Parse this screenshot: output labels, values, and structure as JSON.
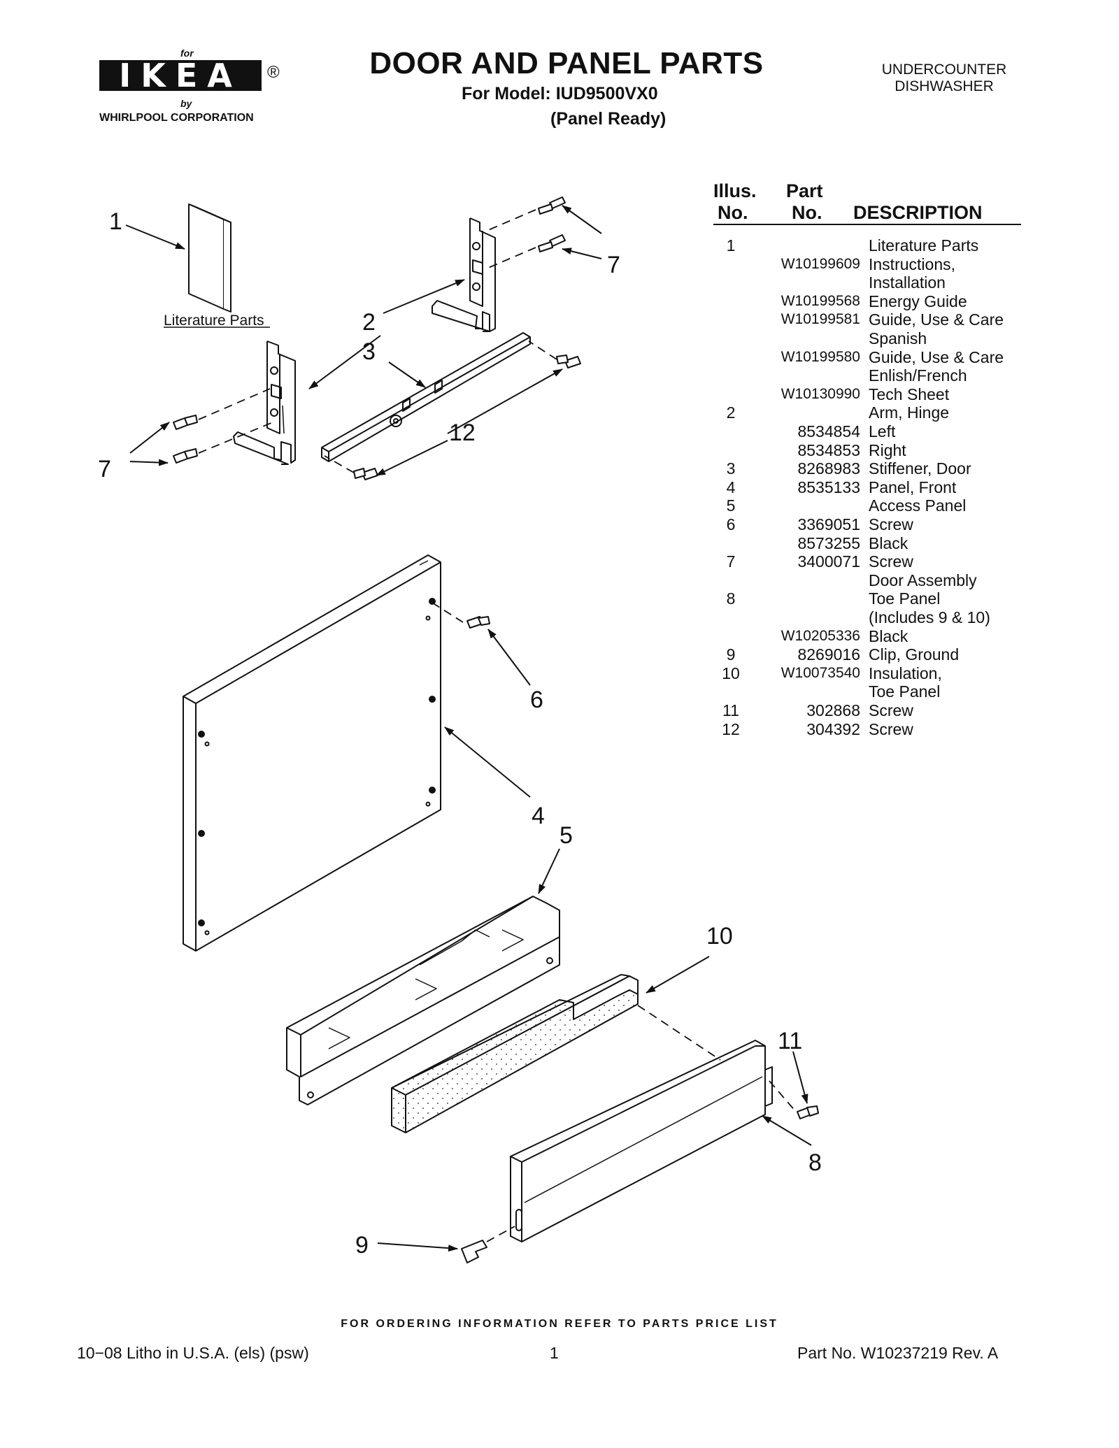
{
  "logo": {
    "for": "for",
    "brand": "IKEA",
    "registered": "®",
    "by": "by",
    "corp": "WHIRLPOOL  CORPORATION"
  },
  "header": {
    "title": "DOOR AND PANEL PARTS",
    "model": "For Model: IUD9500VX0",
    "variant": "(Panel Ready)",
    "appliance_line1": "UNDERCOUNTER",
    "appliance_line2": "DISHWASHER"
  },
  "table": {
    "col_illus_1": "Illus.",
    "col_illus_2": "No.",
    "col_part_1": "Part",
    "col_part_2": "No.",
    "col_desc": "DESCRIPTION",
    "rows": [
      {
        "illus": "1",
        "part": "",
        "desc": "Literature Parts"
      },
      {
        "illus": "",
        "part": "W10199609",
        "desc": "Instructions,"
      },
      {
        "illus": "",
        "part": "",
        "desc": "Installation"
      },
      {
        "illus": "",
        "part": "W10199568",
        "desc": "Energy Guide"
      },
      {
        "illus": "",
        "part": "W10199581",
        "desc": "Guide, Use & Care"
      },
      {
        "illus": "",
        "part": "",
        "desc": "Spanish"
      },
      {
        "illus": "",
        "part": "W10199580",
        "desc": "Guide, Use & Care"
      },
      {
        "illus": "",
        "part": "",
        "desc": "Enlish/French"
      },
      {
        "illus": "",
        "part": "W10130990",
        "desc": "Tech Sheet"
      },
      {
        "illus": "2",
        "part": "",
        "desc": "Arm, Hinge"
      },
      {
        "illus": "",
        "part": "8534854",
        "desc": "Left"
      },
      {
        "illus": "",
        "part": "8534853",
        "desc": "Right"
      },
      {
        "illus": "3",
        "part": "8268983",
        "desc": "Stiffener, Door"
      },
      {
        "illus": "4",
        "part": "8535133",
        "desc": "Panel, Front"
      },
      {
        "illus": "5",
        "part": "",
        "desc": "Access Panel"
      },
      {
        "illus": "6",
        "part": "3369051",
        "desc": "Screw"
      },
      {
        "illus": "",
        "part": "8573255",
        "desc": "Black"
      },
      {
        "illus": "7",
        "part": "3400071",
        "desc": "Screw"
      },
      {
        "illus": "",
        "part": "",
        "desc": "Door Assembly"
      },
      {
        "illus": "8",
        "part": "",
        "desc": "Toe Panel"
      },
      {
        "illus": "",
        "part": "",
        "desc": "(Includes 9 & 10)"
      },
      {
        "illus": "",
        "part": "W10205336",
        "desc": "Black"
      },
      {
        "illus": "9",
        "part": "8269016",
        "desc": "Clip, Ground"
      },
      {
        "illus": "10",
        "part": "W10073540",
        "desc": "Insulation,"
      },
      {
        "illus": "",
        "part": "",
        "desc": "Toe Panel"
      },
      {
        "illus": "11",
        "part": "302868",
        "desc": "Screw"
      },
      {
        "illus": "12",
        "part": "304392",
        "desc": "Screw"
      }
    ]
  },
  "diagram": {
    "callouts": [
      "1",
      "2",
      "3",
      "7",
      "7",
      "12",
      "6",
      "4",
      "5",
      "10",
      "11",
      "8",
      "9"
    ],
    "literature_label": "Literature Parts"
  },
  "footer": {
    "note": "FOR ORDERING INFORMATION REFER TO PARTS PRICE LIST",
    "litho": "10−08 Litho in U.S.A. (els) (psw)",
    "page": "1",
    "part_no": "Part No. W10237219 Rev. A"
  }
}
